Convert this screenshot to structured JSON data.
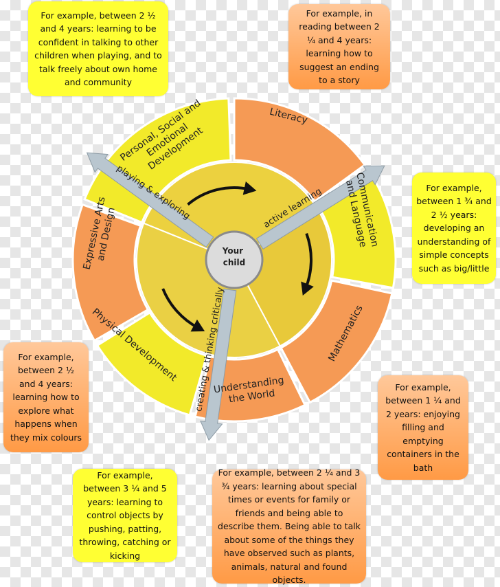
{
  "center": {
    "line1": "Your",
    "line2": "child"
  },
  "segments": {
    "personal": {
      "line1": "Personal, Social and",
      "line2": "Emotional",
      "line3": "Development"
    },
    "literacy": {
      "line1": "Literacy"
    },
    "communication": {
      "line1": "Communication",
      "line2": "and Language"
    },
    "mathematics": {
      "line1": "Mathematics"
    },
    "understanding": {
      "line1": "Understanding",
      "line2": "the World"
    },
    "physical": {
      "line1": "Physical Development"
    },
    "expressive": {
      "line1": "Expressive Arts",
      "line2": "and Design"
    }
  },
  "characteristics": {
    "playing": "playing & exploring",
    "active": "active learning",
    "creating": "creating & thinking critically"
  },
  "notes": {
    "personal": "For example, between 2 ½ and 4 years: learning to be confident in talking to other children when playing, and to talk freely about own home and community",
    "literacy": "For example, in reading between 2 ¼ and 4 years: learning how to suggest an ending to a story",
    "communication": "For example, between 1 ¾ and 2 ½ years: developing an understanding of simple concepts such as big/little",
    "mathematics": "For example, between 1 ¼ and 2 years: enjoying filling and emptying containers in the bath",
    "understanding": "For example, between 2 ¼ and 3 ¾ years: learning about special times or events for family or friends and being able to describe them. Being able to talk about some of the things they have observed such as plants, animals, natural and found objects.",
    "physical": "For example, between 3 ¼ and 5 years: learning to control objects by pushing, patting, throwing, catching or kicking",
    "expressive": "For example, between 2 ½ and 4 years: learning how to explore what happens when they mix colours"
  },
  "colors": {
    "yellow": "#f2ea2a",
    "orange": "#f59a55",
    "inner_yellow": "#e9cd3c",
    "arrow_fill": "#b9c6cf"
  }
}
